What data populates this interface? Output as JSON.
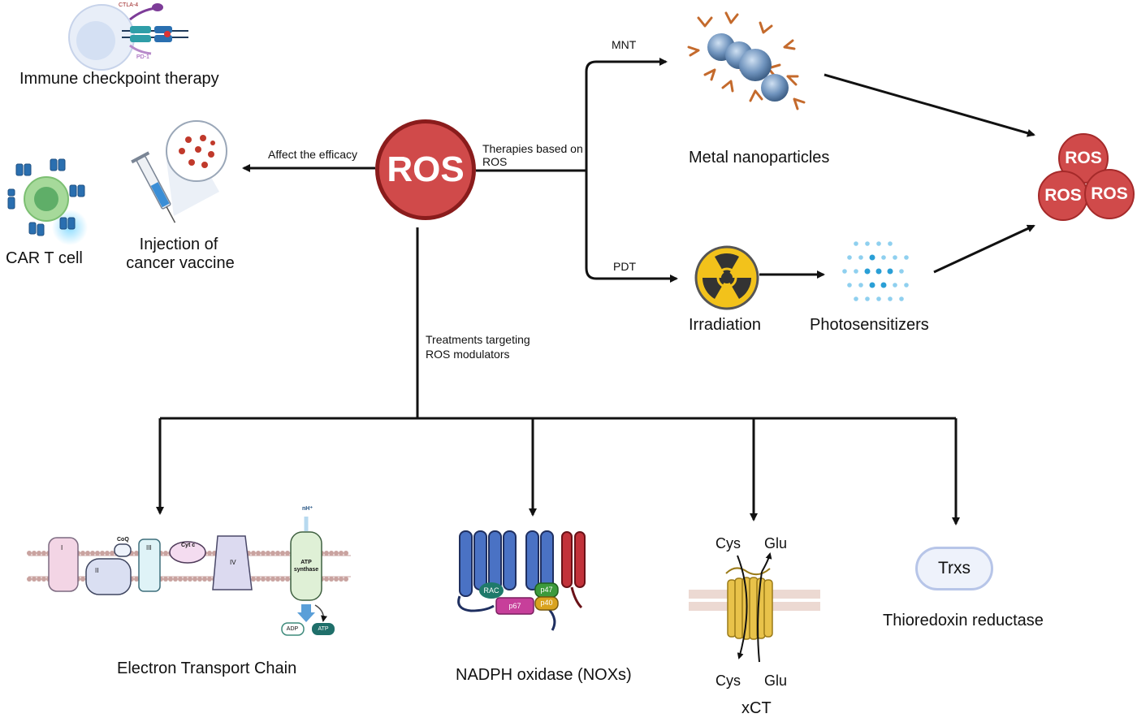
{
  "center": {
    "label": "ROS"
  },
  "branches": {
    "left": "Affect the efficacy",
    "right_line1": "Therapies based on",
    "right_line2": "ROS",
    "mnt": "MNT",
    "pdt": "PDT",
    "down_line1": "Treatments targeting",
    "down_line2": "ROS modulators"
  },
  "left_items": {
    "checkpoint": "Immune checkpoint therapy",
    "ctla4": "CTLA-4",
    "pd1": "PD-1",
    "car_t": "CAR T cell",
    "vaccine_line1": "Injection of",
    "vaccine_line2": "cancer vaccine"
  },
  "right_items": {
    "metal": "Metal nanoparticles",
    "irradiation": "Irradiation",
    "photosensitizers": "Photosensitizers",
    "ros_cluster": [
      "ROS",
      "ROS",
      "ROS"
    ]
  },
  "targets": {
    "etc": {
      "title": "Electron Transport Chain",
      "complexes": [
        "I",
        "II",
        "III",
        "IV"
      ],
      "coq": "CoQ",
      "cytc": "Cyt c",
      "nh": "nH⁺",
      "atp_synthase_1": "ATP",
      "atp_synthase_2": "synthase",
      "adp": "ADP",
      "atp": "ATP"
    },
    "nox": {
      "title": "NADPH oxidase (NOXs)",
      "subunits": [
        "RAC",
        "p67",
        "p47",
        "p40"
      ]
    },
    "xct": {
      "title": "xCT",
      "cys_top": "Cys",
      "glu_top": "Glu",
      "cys_bottom": "Cys",
      "glu_bottom": "Glu"
    },
    "trx": {
      "badge": "Trxs",
      "title": "Thioredoxin reductase"
    }
  },
  "colors": {
    "ros_fill": "#d04a4a",
    "ros_border": "#8a1c1c",
    "membrane": "#c9a3a0",
    "nox_blue": "#4a72c4",
    "nox_red": "#c2323a",
    "xct_gold": "#e8c24a",
    "radiation_yellow": "#f2c21b",
    "photosensitizer_blue": "#2a9fd6"
  }
}
